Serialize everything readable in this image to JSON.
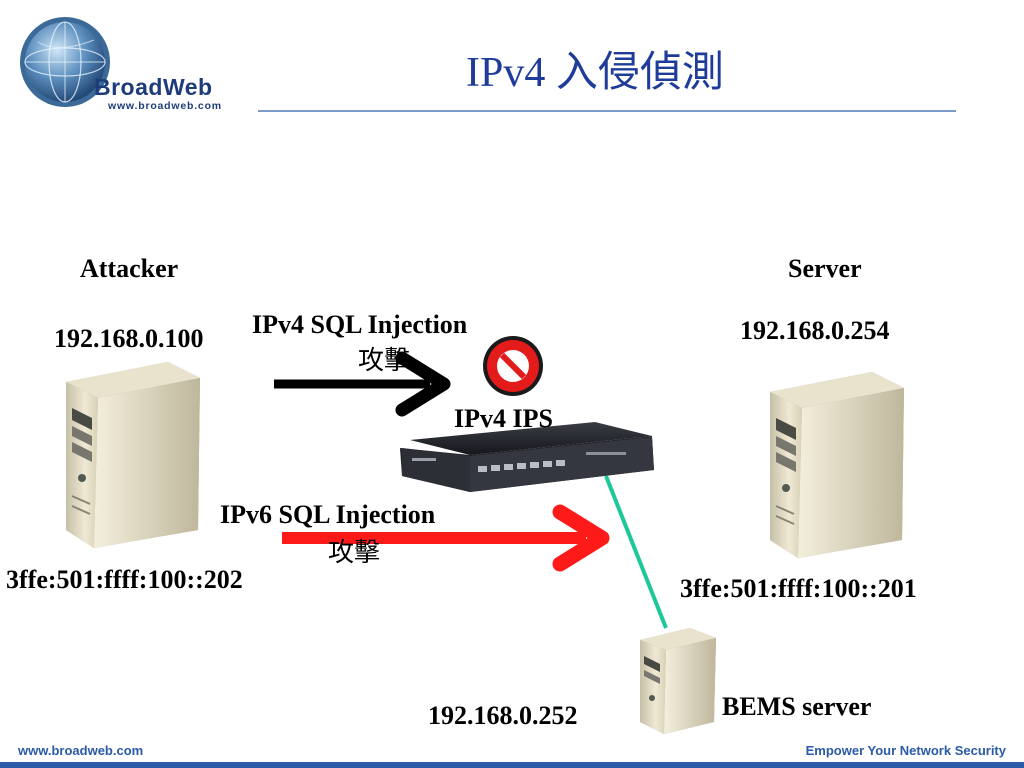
{
  "header": {
    "logo_text": "BroadWeb",
    "logo_url": "www.broadweb.com",
    "title": "IPv4 入侵偵測"
  },
  "nodes": {
    "attacker": {
      "label": "Attacker",
      "ipv4": "192.168.0.100",
      "ipv6": "3ffe:501:ffff:100::202"
    },
    "server": {
      "label": "Server",
      "ipv4": "192.168.0.254",
      "ipv6": "3ffe:501:ffff:100::201"
    },
    "ips": {
      "label": "IPv4 IPS"
    },
    "bems": {
      "label": "BEMS server",
      "ipv4": "192.168.0.252"
    }
  },
  "attacks": {
    "ipv4": {
      "line1": "IPv4 SQL Injection",
      "line2": "攻擊",
      "color": "#000000",
      "blocked": true
    },
    "ipv6": {
      "line1": "IPv6 SQL Injection",
      "line2": "攻擊",
      "color": "#ff1a1a"
    }
  },
  "colors": {
    "title": "#1f3c9a",
    "link": "#1ec79a",
    "block": "#e41b1b",
    "footer": "#2a5aa8"
  },
  "footer": {
    "left": "www.broadweb.com",
    "right": "Empower Your Network Security"
  }
}
